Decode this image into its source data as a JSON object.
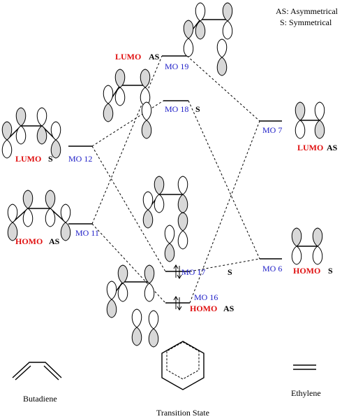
{
  "legend": {
    "asym": "AS: Asymmetrical",
    "sym": "S: Symmetrical"
  },
  "levels": {
    "mo19": "MO 19",
    "mo18": "MO 18",
    "mo12": "MO 12",
    "mo11": "MO 11",
    "mo17": "MO 17",
    "mo16": "MO 16",
    "mo7": "MO  7",
    "mo6": "MO 6"
  },
  "tags": {
    "lumo": "LUMO",
    "homo": "HOMO",
    "as": "AS",
    "s": "S"
  },
  "molecules": {
    "butadiene": "Butadiene",
    "ts": "Transition State",
    "ethylene": "Ethylene"
  }
}
